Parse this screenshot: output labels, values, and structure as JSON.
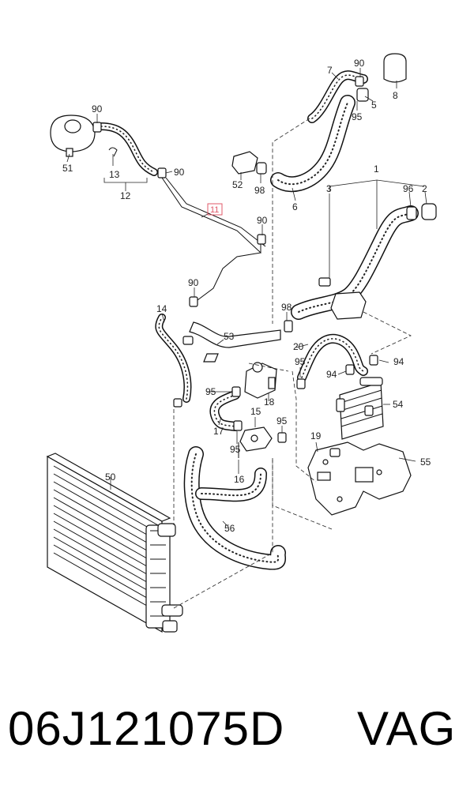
{
  "callouts": {
    "c1": "1",
    "c2": "2",
    "c3": "3",
    "c5": "5",
    "c6": "6",
    "c7": "7",
    "c8": "8",
    "c11": "11",
    "c12": "12",
    "c13": "13",
    "c14": "14",
    "c15": "15",
    "c16": "16",
    "c17": "17",
    "c18": "18",
    "c19": "19",
    "c20": "20",
    "c50": "50",
    "c51": "51",
    "c52": "52",
    "c53": "53",
    "c54": "54",
    "c55": "55",
    "c56": "56",
    "c90": "90",
    "c94": "94",
    "c95": "95",
    "c96": "96",
    "c98": "98"
  },
  "highlight_color": "#e05a6a",
  "caption": {
    "part_number": "06J121075D",
    "brand": "VAG"
  }
}
